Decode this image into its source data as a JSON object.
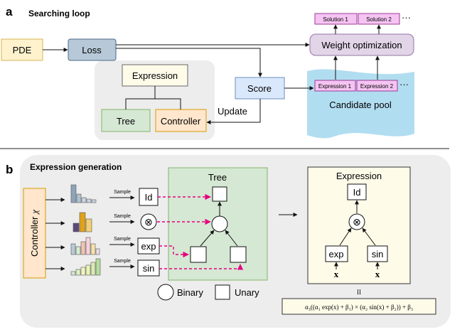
{
  "panel_a": {
    "letter": "a",
    "title": "Searching loop",
    "pde": "PDE",
    "loss": "Loss",
    "expression": "Expression",
    "tree": "Tree",
    "controller": "Controller",
    "score": "Score",
    "update": "Update",
    "weight_opt": "Weight optimization",
    "solutions": [
      "Solution 1",
      "Solution 2"
    ],
    "ellipsis": "···",
    "candidates": [
      "Expression 1",
      "Expression 2"
    ],
    "candidate_pool": "Candidate pool"
  },
  "panel_b": {
    "letter": "b",
    "title": "Expression generation",
    "controller_label": "Controller",
    "controller_symbol": "χ",
    "sample_label": "Sample",
    "ops": [
      "Id",
      "⊗",
      "exp",
      "sin"
    ],
    "tree_title": "Tree",
    "legend_binary": "Binary",
    "legend_unary": "Unary",
    "expr_title": "Expression",
    "expr_nodes": {
      "root": "Id",
      "mult": "⊗",
      "left": "exp",
      "right": "sin"
    },
    "input_var": "x",
    "equals": "II",
    "formula": "α₃((α₁ exp(x) + β₁) × (α₂ sin(x) + β₂)) + β₃"
  },
  "colors": {
    "pde": "#fff2cc",
    "loss": "#b7c9d8",
    "score": "#dae8fc",
    "weight": "#e1d5e7",
    "solution": "#f5c4f2",
    "pool": "#b1ddf0",
    "tree_box": "#d5e8d4",
    "controller": "#ffe6cc",
    "arrow_pink": "#e6007e",
    "panel_bg": "#ededed"
  }
}
